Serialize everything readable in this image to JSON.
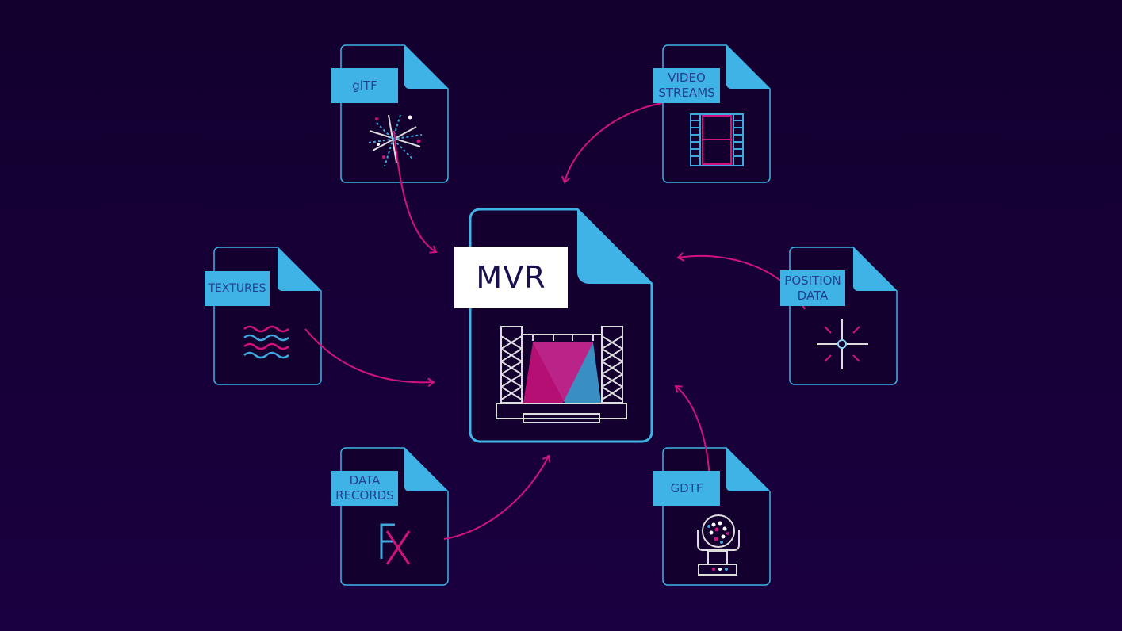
{
  "title": "MVR",
  "files": [
    {
      "id": "gltf",
      "label_lines": [
        "glTF"
      ]
    },
    {
      "id": "video",
      "label_lines": [
        "VIDEO",
        "STREAMS"
      ]
    },
    {
      "id": "textures",
      "label_lines": [
        "TEXTURES"
      ]
    },
    {
      "id": "position",
      "label_lines": [
        "POSITION",
        "DATA"
      ]
    },
    {
      "id": "data-records",
      "label_lines": [
        "DATA",
        "RECORDS"
      ]
    },
    {
      "id": "gdtf",
      "label_lines": [
        "GDTF"
      ]
    }
  ],
  "fx_icon_text": "FX",
  "colors": {
    "background": "#13002e",
    "accent": "#3fb3e5",
    "arrow": "#d1127f",
    "label_text": "#27408f"
  }
}
